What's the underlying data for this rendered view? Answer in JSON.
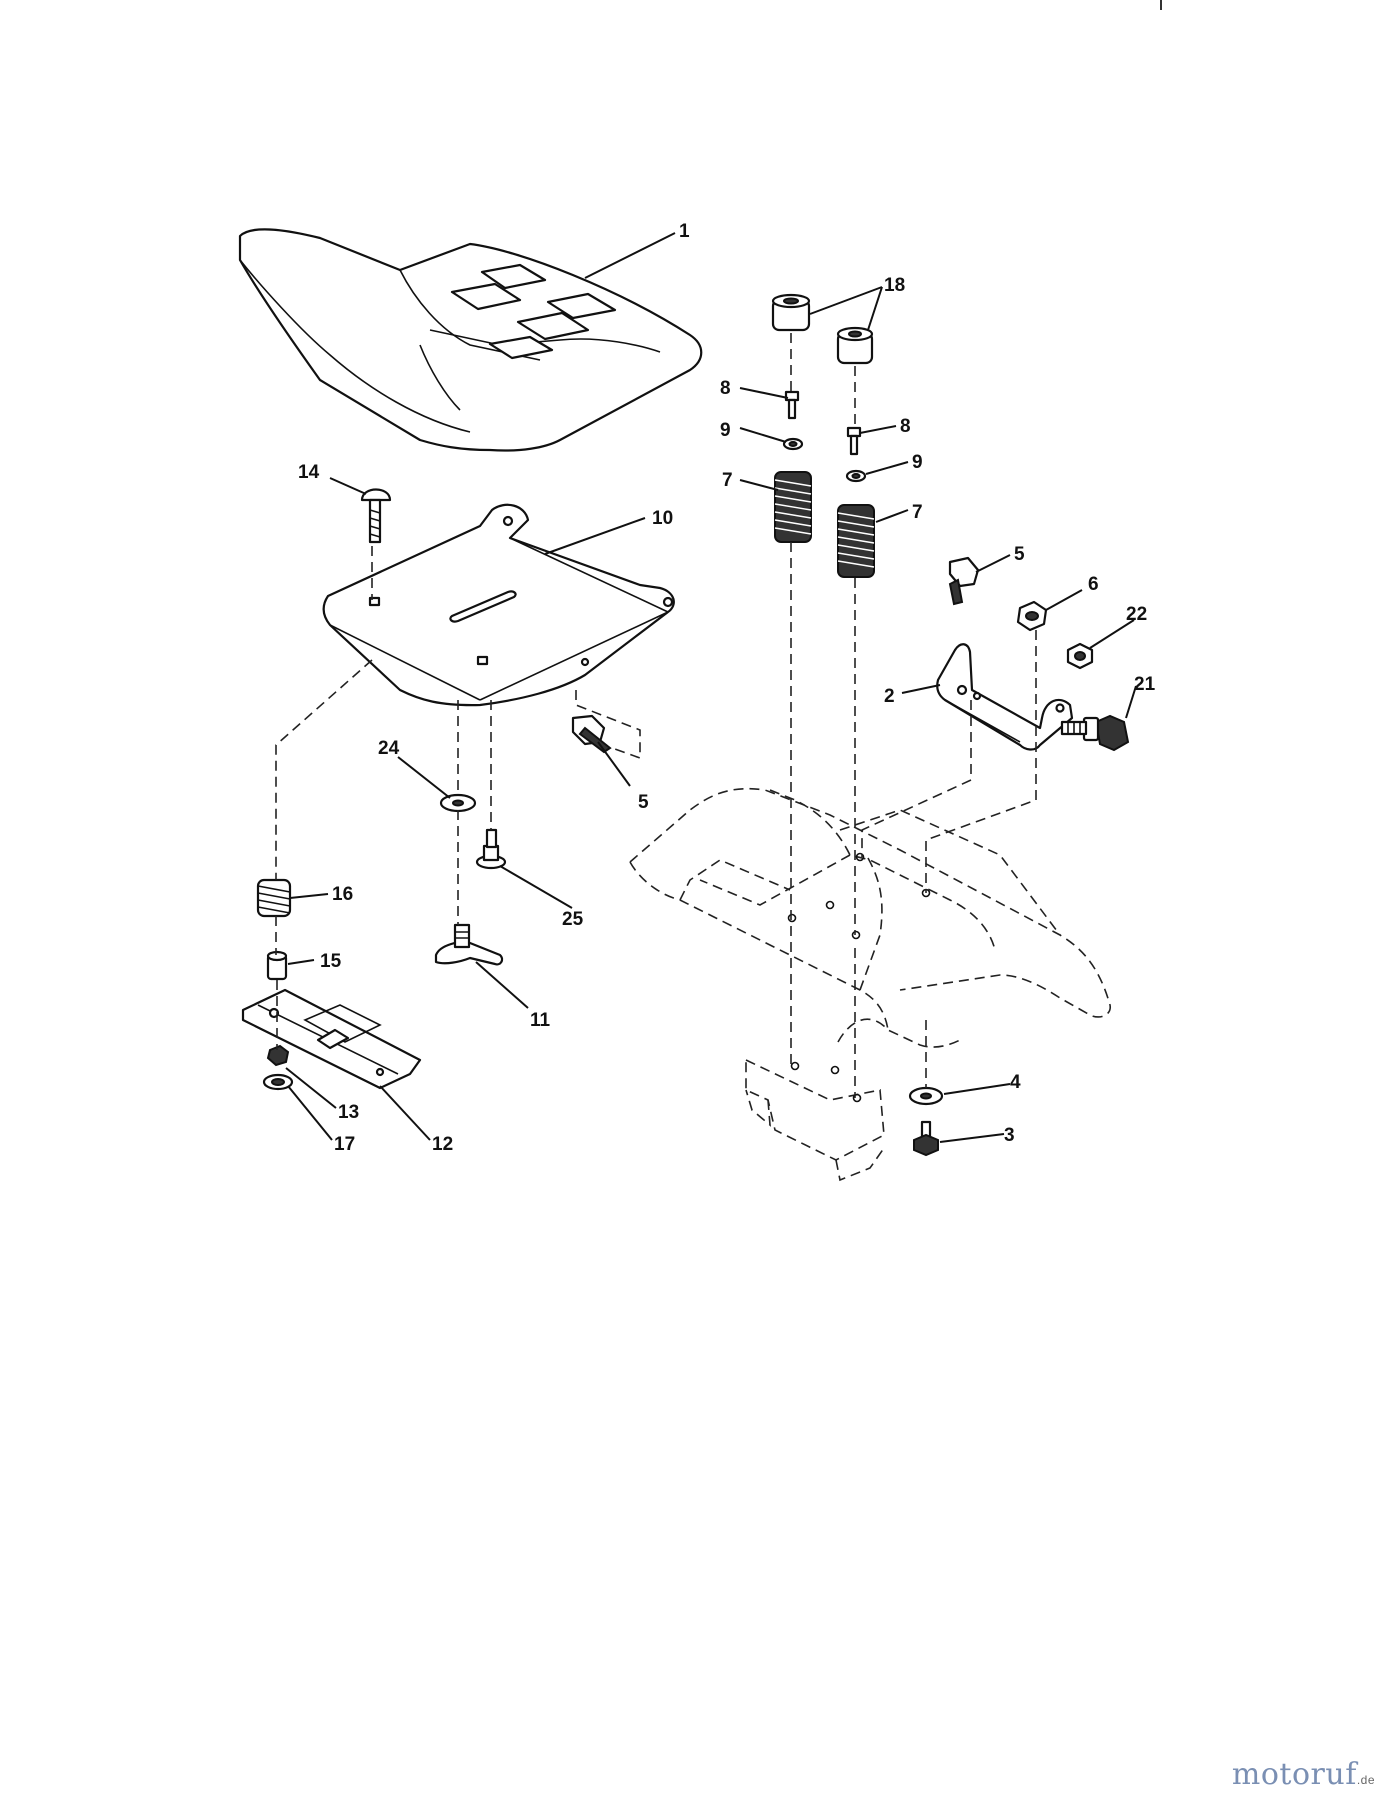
{
  "diagram": {
    "labels": {
      "p1": "1",
      "p2": "2",
      "p3": "3",
      "p4": "4",
      "p5a": "5",
      "p5b": "5",
      "p6": "6",
      "p7a": "7",
      "p7b": "7",
      "p8a": "8",
      "p8b": "8",
      "p9a": "9",
      "p9b": "9",
      "p10": "10",
      "p11": "11",
      "p12": "12",
      "p13": "13",
      "p14": "14",
      "p15": "15",
      "p16": "16",
      "p17": "17",
      "p18": "18",
      "p21": "21",
      "p22": "22",
      "p24": "24",
      "p25": "25"
    }
  },
  "watermark": {
    "text": "motoruf",
    "tld": ".de"
  }
}
